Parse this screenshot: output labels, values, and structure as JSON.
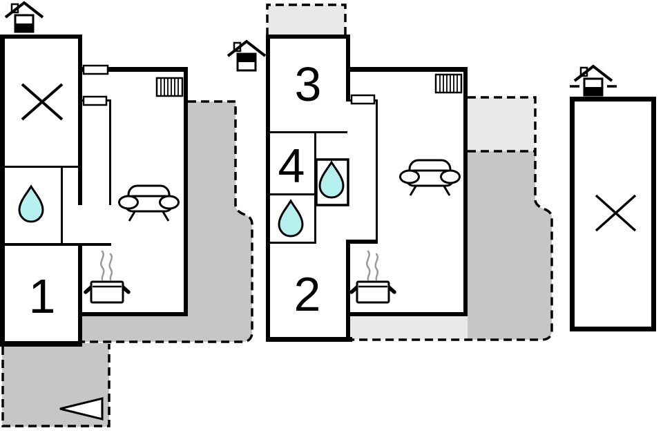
{
  "diagram": {
    "type": "floor-plan",
    "rooms": [
      {
        "label": "1"
      },
      {
        "label": "2"
      },
      {
        "label": "3"
      },
      {
        "label": "4"
      }
    ],
    "symbols": {
      "water_drop": "water / bathroom",
      "sofa": "seating area",
      "stove": "kitchen stove",
      "radiator": "radiator",
      "cross": "open terrace area",
      "arrow": "entrance direction",
      "house_ground_floor": "ground floor indicator",
      "house_upper_floor": "upper floor indicator",
      "house_outdoor_level": "outdoor ground level indicator"
    },
    "colors": {
      "wall": "#000000",
      "paper": "#ffffff",
      "terrace_dark": "#c6c6c6",
      "terrace_light": "#e9e9e9",
      "water": "#b5efee",
      "steam": "#9a9a9a",
      "label": "#000000"
    }
  }
}
